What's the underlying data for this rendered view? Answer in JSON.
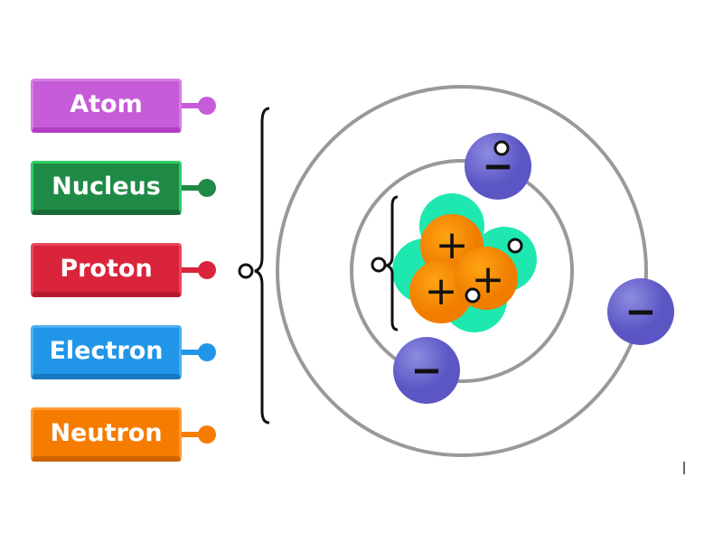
{
  "labels": [
    {
      "text": "Atom",
      "color": "#c75cd8",
      "border": "#d57fe2",
      "shade": "#b03ec4"
    },
    {
      "text": "Nucleus",
      "color": "#1f8a46",
      "border": "#2fcf64",
      "shade": "#176c36"
    },
    {
      "text": "Proton",
      "color": "#d9243c",
      "border": "#e8475c",
      "shade": "#b51a2f"
    },
    {
      "text": "Electron",
      "color": "#2196e8",
      "border": "#4aaef0",
      "shade": "#1777c0"
    },
    {
      "text": "Neutron",
      "color": "#f57c00",
      "border": "#ff9a33",
      "shade": "#cf6400"
    }
  ],
  "diagram": {
    "electron_sign": "−",
    "proton_sign": "+"
  }
}
